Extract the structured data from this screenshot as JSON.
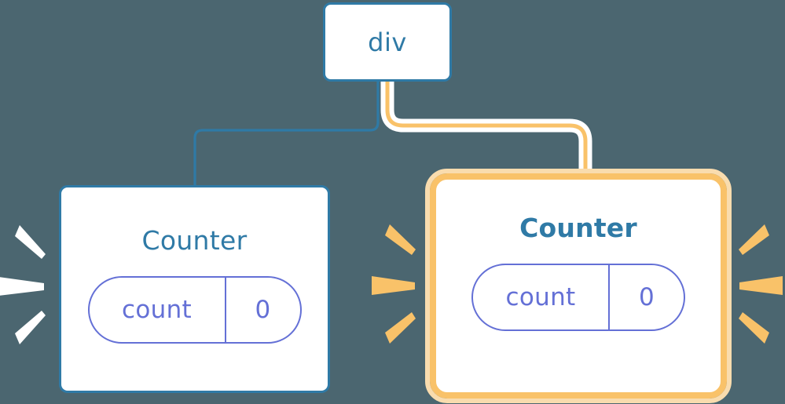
{
  "diagram": {
    "type": "component-tree",
    "background_color": "#4b6670",
    "nodes": [
      {
        "id": "div",
        "label": "div",
        "role": "root-dom-element",
        "border_color": "#2f7aa6",
        "highlighted": false,
        "title_weight": "regular"
      },
      {
        "id": "counter-left",
        "label": "Counter",
        "role": "component-instance",
        "border_color": "#2f7aa6",
        "highlighted": false,
        "title_weight": "regular",
        "state": {
          "key": "count",
          "value": "0"
        }
      },
      {
        "id": "counter-right",
        "label": "Counter",
        "role": "component-instance",
        "border_color": "#f9c269",
        "halo_color": "#f9dcae",
        "highlighted": true,
        "title_weight": "bold",
        "state": {
          "key": "count",
          "value": "0"
        }
      }
    ],
    "edges": [
      {
        "id": "div-to-counter-left",
        "from": "div",
        "to": "counter-left",
        "color": "#2f7aa6",
        "highlighted": false
      },
      {
        "id": "div-to-counter-right",
        "from": "div",
        "to": "counter-right",
        "color": "#f9c269",
        "halo_color": "#ffffff",
        "highlighted": true
      }
    ],
    "sparks": [
      {
        "id": "sparks-left-white",
        "color": "#ffffff",
        "count": 3,
        "direction": "left",
        "attached_to": "counter-left"
      },
      {
        "id": "sparks-mid-orange",
        "color": "#f9c269",
        "count": 3,
        "direction": "left",
        "attached_to": "counter-right"
      },
      {
        "id": "sparks-right-orange",
        "color": "#f9c269",
        "count": 3,
        "direction": "right",
        "attached_to": "counter-right"
      }
    ],
    "palette": {
      "background": "#4b6670",
      "blue": "#2f7aa6",
      "orange": "#f9c269",
      "orange_halo": "#f9dcae",
      "periwinkle": "#6470d6",
      "surface": "#ffffff"
    }
  }
}
